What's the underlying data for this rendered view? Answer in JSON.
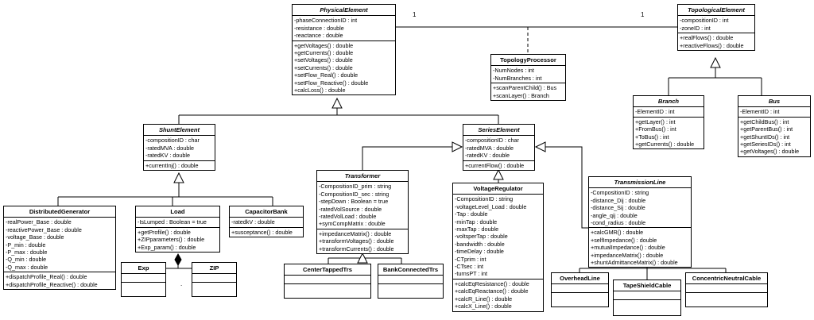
{
  "multiplicities": {
    "left": "1",
    "right": "1"
  },
  "dot": ".",
  "classes": {
    "physical": {
      "name": "PhysicalElement",
      "attrs": [
        "-phaseConnectionID : int",
        "-resistance : double",
        "-reactance : double"
      ],
      "ops": [
        "+getVoltages() : double",
        "+getCurrents() : double",
        "+setVoltages() : double",
        "+setCurrents() : double",
        "+setFlow_Real() : double",
        "+setFlow_Reactive() : double",
        "+calcLoss() : double"
      ]
    },
    "topological": {
      "name": "TopologicalElement",
      "attrs": [
        "-compositionID : int",
        "-zoneID : int"
      ],
      "ops": [
        "+realFlows() : double",
        "+reactiveFlows() : double"
      ]
    },
    "processor": {
      "name": "TopologyProcessor",
      "attrs": [
        "-NumNodes : int",
        "-NumBranches : int"
      ],
      "ops": [
        "+scanParentChild() : Bus",
        "+scanLayer() : Branch"
      ]
    },
    "branch": {
      "name": "Branch",
      "attrs": [
        "-ElementID : int"
      ],
      "ops": [
        "+getLayer() : int",
        "+FromBus() : int",
        "+ToBus() : int",
        "+getCurrents() : double"
      ]
    },
    "bus": {
      "name": "Bus",
      "attrs": [
        "-ElementID : int"
      ],
      "ops": [
        "+getChildBus() : int",
        "+getParentBus() : int",
        "+getShuntIDs() : int",
        "+getSeriesIDs() : int",
        "+getVoltages() : double"
      ]
    },
    "shunt": {
      "name": "ShuntElement",
      "attrs": [
        "-compositionID : char",
        "-ratedMVA : double",
        "-ratedKV : double"
      ],
      "ops": [
        "+currentInj() : double"
      ]
    },
    "series": {
      "name": "SeriesElement",
      "attrs": [
        "-compositionID : char",
        "-ratedMVA : double",
        "-ratedKV : double"
      ],
      "ops": [
        "+currentFlow() : double"
      ]
    },
    "transformer": {
      "name": "Transformer",
      "attrs": [
        "-CompositionID_prim : string",
        "-CompositionID_sec : string",
        "-stepDown : Boolean = true",
        "-ratedVolSource : double",
        "-ratedVolLoad : double",
        "+symCompMatrix : double"
      ],
      "ops": [
        "+impedanceMatrix() : double",
        "+transformVoltages() : double",
        "+transformCurrents() : double"
      ]
    },
    "regulator": {
      "name": "VoltageRegulator",
      "attrs": [
        "-CompositionID : string",
        "-voltageLevel_Load : double",
        "-Tap : double",
        "-minTap : double",
        "-maxTap : double",
        "-voltsperTap : double",
        "-bandwidth : double",
        "-timeDelay : double",
        "-CTprim : int",
        "-CTsec : int",
        "-turnsPT : int"
      ],
      "ops": [
        "+calcEqResistance() : double",
        "+calcEqReactance() : double",
        "+calcR_Line() : double",
        "+calcX_Line() : double"
      ]
    },
    "transmission": {
      "name": "TransmissionLine",
      "attrs": [
        "-CompositionID : string",
        "-distance_Dij : double",
        "-distance_Sij : double",
        "-angle_qij : double",
        "-cond_radius : double"
      ],
      "ops": [
        "+calcGMR() : double",
        "+selfImpedance() : double",
        "+mutualImpedance() : double",
        "+impedanceMatrix() : double",
        "+shuntAdmittanceMatrix() : double"
      ]
    },
    "distgen": {
      "name": "DistributedGenerator",
      "attrs": [
        "-realPower_Base : double",
        "-reactivePower_Base : double",
        "-voltage_Base : double",
        "-P_min : double",
        "-P_max : double",
        "-Q_min : double",
        "-Q_max : double"
      ],
      "ops": [
        "+dispatchProfile_Real() : double",
        "+dispatchProfile_Reactive() : double"
      ]
    },
    "load": {
      "name": "Load",
      "attrs": [
        "-IsLumped : Boolean = true"
      ],
      "ops": [
        "+getProfile() : double",
        "+ZIPparameters() : double",
        "+Exp_param() : double"
      ]
    },
    "capacitor": {
      "name": "CapacitorBank",
      "attrs": [
        "-ratedkV : double"
      ],
      "ops": [
        "+susceptance() : double"
      ]
    },
    "exp": {
      "name": "Exp",
      "attrs": [],
      "ops": []
    },
    "zip": {
      "name": "ZIP",
      "attrs": [],
      "ops": []
    },
    "centertapped": {
      "name": "CenterTappedTrs",
      "attrs": [],
      "ops": []
    },
    "bankconnected": {
      "name": "BankConnectedTrs",
      "attrs": [],
      "ops": []
    },
    "overhead": {
      "name": "OverheadLine",
      "attrs": [],
      "ops": []
    },
    "tapeshield": {
      "name": "TapeShieldCable",
      "attrs": [],
      "ops": []
    },
    "concentric": {
      "name": "ConcentricNeutralCable",
      "attrs": [],
      "ops": []
    }
  }
}
